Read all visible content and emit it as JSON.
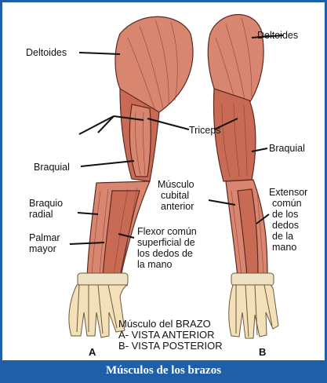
{
  "figure": {
    "labels": {
      "deltoides_a": "Deltoides",
      "deltoides_b": "Deltoides",
      "triceps": "Triceps",
      "braquial_a": "Braquial",
      "braquial_b": "Braquial",
      "braquio_radial": [
        "Braquio",
        "radial"
      ],
      "palmar_mayor": [
        "Palmar",
        "mayor"
      ],
      "flexor": [
        "Flexor común",
        "superficial de",
        "los dedos de",
        "la mano"
      ],
      "cubital": [
        "Músculo",
        "cubital",
        "anterior"
      ],
      "extensor": [
        "Extensor",
        "común",
        "de los",
        "dedos",
        "de la",
        "mano"
      ]
    },
    "legend": [
      "Músculo del BRAZO",
      "A- VISTA ANTERIOR",
      "B- VISTA POSTERIOR"
    ],
    "view_labels": {
      "a": "A",
      "b": "B"
    }
  },
  "caption": "Músculos de los brazos",
  "colors": {
    "border": "#1f5fa8",
    "caption_bg": "#1f5fa8",
    "muscle": "#d88670"
  }
}
